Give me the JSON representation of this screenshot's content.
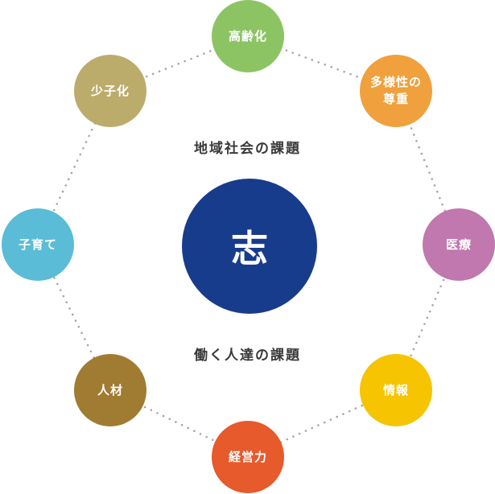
{
  "diagram": {
    "center": {
      "label": "志",
      "color": "#183c8c"
    },
    "upper_caption": "地域社会の課題",
    "lower_caption": "働く人達の課題",
    "ring_dot_color": "#a6a6a6",
    "nodes": [
      {
        "label": "高齢化",
        "color": "#8cc464"
      },
      {
        "label": "多様性の\n尊重",
        "color": "#f0a03c"
      },
      {
        "label": "医療",
        "color": "#c078ae"
      },
      {
        "label": "情報",
        "color": "#f6c400"
      },
      {
        "label": "経営力",
        "color": "#e65a2c"
      },
      {
        "label": "人材",
        "color": "#a07b32"
      },
      {
        "label": "子育て",
        "color": "#5abcd6"
      },
      {
        "label": "少子化",
        "color": "#bcac6c"
      }
    ]
  }
}
